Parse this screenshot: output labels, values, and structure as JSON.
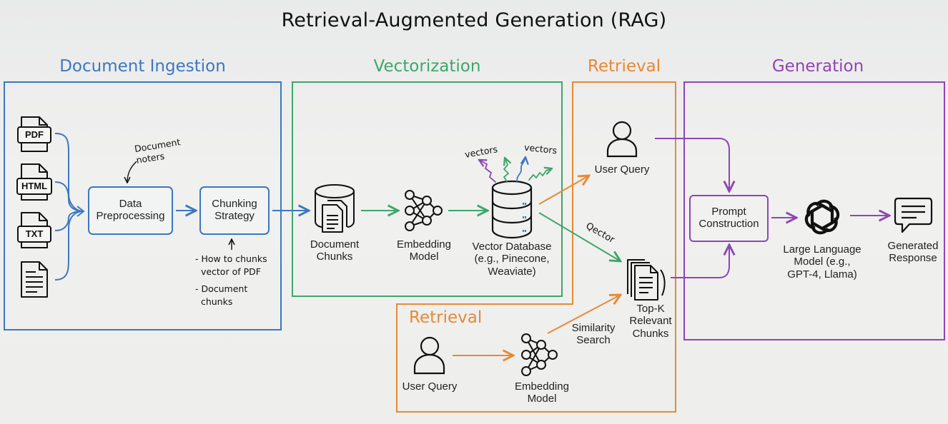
{
  "title": "Retrieval-Augmented Generation (RAG)",
  "colors": {
    "ingestion": "#3b78bf",
    "vectorization": "#3ea66a",
    "retrieval": "#e58a36",
    "generation": "#8f45b4",
    "icon": "#111111"
  },
  "sections": {
    "ingestion": {
      "title": "Document Ingestion",
      "file_types": [
        "PDF",
        "HTML",
        "TXT",
        "document-icon"
      ],
      "preprocessing_label": "Data\nPreprocessing",
      "chunking_label": "Chunking\nStrategy",
      "note_preprocessing": "Document\nnoters",
      "note_chunking_1": "- How to chunks\n  vector of PDF",
      "note_chunking_2": "- Document\n  chunks"
    },
    "vectorization": {
      "title": "Vectorization",
      "document_chunks_label": "Document\nChunks",
      "embedding_label": "Embedding\nModel",
      "vector_db_label": "Vector Database\n(e.g., Pinecone,\nWeaviate)",
      "vectors_note_1": "vectors",
      "vectors_note_2": "vectors"
    },
    "retrieval": {
      "title": "Retrieval",
      "user_query_label": "User Query",
      "arrow_note": "Qector",
      "topk_label": "Top-K\nRelevant\nChunks"
    },
    "retrieval_lower": {
      "title": "Retrieval",
      "user_query_label": "User Query",
      "embedding_label": "Embedding\nModel",
      "similarity_label": "Similarity\nSearch"
    },
    "generation": {
      "title": "Generation",
      "prompt_label": "Prompt\nConstruction",
      "llm_label": "Large Language\nModel (e.g.,\nGPT-4, Llama)",
      "response_label": "Generated\nResponse"
    }
  }
}
